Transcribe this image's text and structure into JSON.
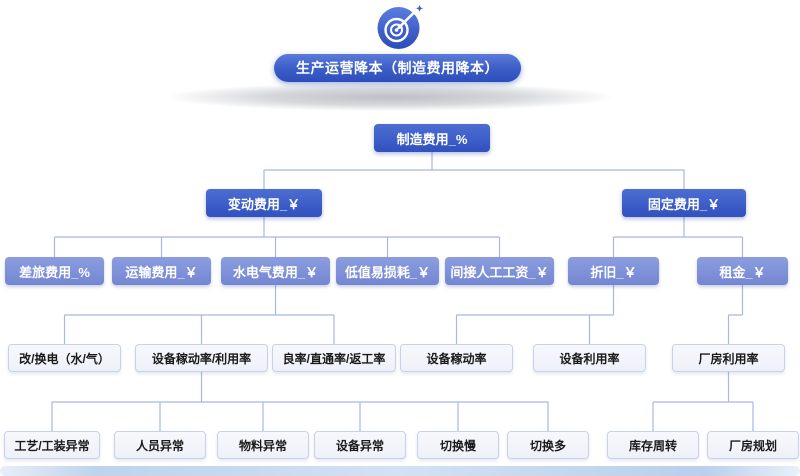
{
  "header": {
    "title": "生产运营降本（制造费用降本）",
    "icon": "target-dart-icon"
  },
  "colors": {
    "primary_dark": "#3152bf",
    "primary_mid": "#7d90d8",
    "light_box": "#f3f5fa",
    "light_box_border": "#c7d1ea",
    "connector_line": "#a6b8e2",
    "bottom_bar": "#c9daf0",
    "shadow_gray": "#94989f"
  },
  "tree": {
    "root": {
      "label": "制造费用_%"
    },
    "level2": [
      {
        "label": "变动费用_￥"
      },
      {
        "label": "固定费用_￥"
      }
    ],
    "level3": [
      {
        "label": "差旅费用_%"
      },
      {
        "label": "运输费用_￥"
      },
      {
        "label": "水电气费用_￥"
      },
      {
        "label": "低值易损耗_￥"
      },
      {
        "label": "间接人工工资_￥"
      },
      {
        "label": "折旧_￥"
      },
      {
        "label": "租金_￥"
      }
    ],
    "level4": [
      {
        "label": "改/换电（水/气）"
      },
      {
        "label": "设备稼动率/利用率"
      },
      {
        "label": "良率/直通率/返工率"
      },
      {
        "label": "设备稼动率"
      },
      {
        "label": "设备利用率"
      },
      {
        "label": "厂房利用率"
      }
    ],
    "level5": [
      {
        "label": "工艺/工装异常"
      },
      {
        "label": "人员异常"
      },
      {
        "label": "物料异常"
      },
      {
        "label": "设备异常"
      },
      {
        "label": "切换慢"
      },
      {
        "label": "切换多"
      },
      {
        "label": "库存周转"
      },
      {
        "label": "厂房规划"
      }
    ]
  }
}
